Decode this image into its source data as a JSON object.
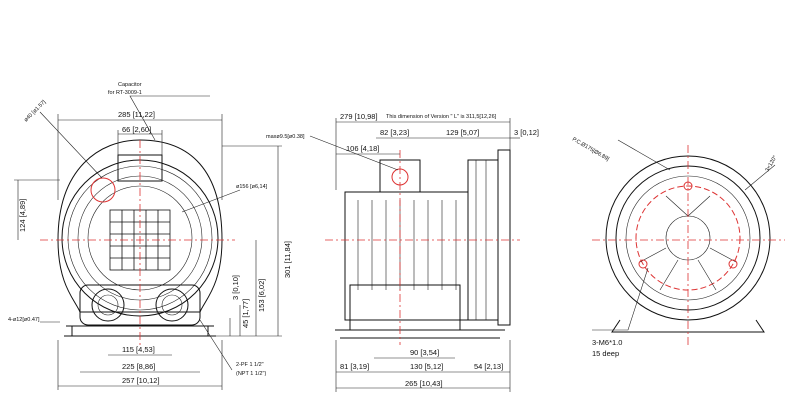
{
  "front_view": {
    "capacitor_label": "Capacitor",
    "capacitor_part": "for  RT-3009-1",
    "dia_40": "ø40 [ø1.57]",
    "dim_285": "285 [11,22]",
    "dim_66": "66 [2,60]",
    "dim_124": "124 [4,89]",
    "dia_156": "ø156 [ø6,14]",
    "dim_301": "301 [11,84]",
    "dim_153": "153 [6,02]",
    "dim_45": "45 [1,77]",
    "dim_3": "3 [0,10]",
    "holes": "4-ø12[ø0.47]",
    "dim_115": "115 [4,53]",
    "dim_225": "225 [8,86]",
    "dim_257": "257 [10,12]",
    "port_1": "2-PF 1 1/2\"",
    "port_2": "(NPT 1 1/2\")"
  },
  "side_view": {
    "dim_279": "279 [10,98]",
    "version_note": "This dimension of Version \" L\"  is 311,5[12,26]",
    "dim_82": "82 [3,23]",
    "dim_129": "129 [5,07]",
    "dim_3r": "3 [0,12]",
    "max_dia": "maxø9.5[ø0.38]",
    "dim_106": "106 [4,18]",
    "dim_90": "90 [3,54]",
    "dim_81": "81 [3,19]",
    "dim_130": "130 [5,12]",
    "dim_54": "54 [2,13]",
    "dim_265": "265 [10,43]"
  },
  "rear_view": {
    "pcd": "P.C.Ø175[Ø6.89]",
    "angle": "3×120°",
    "screw": "3-M6*1.0",
    "depth": "15 deep"
  }
}
